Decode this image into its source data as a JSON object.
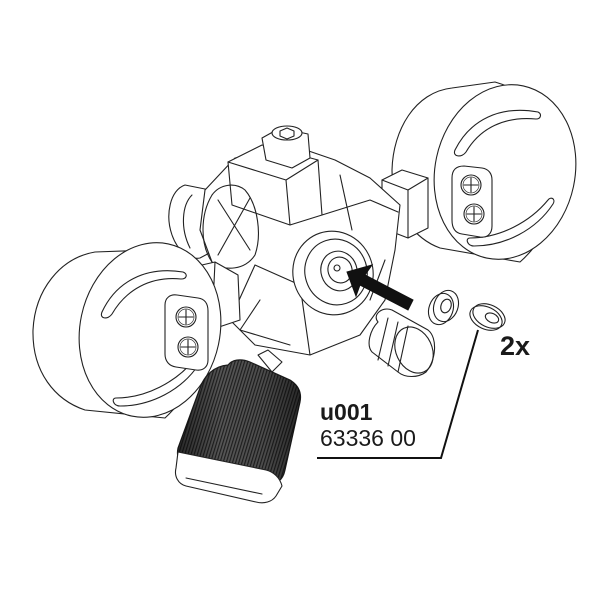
{
  "diagram": {
    "type": "exploded-parts-illustration",
    "subject": "dual-gauge pressure regulator valve body",
    "colors": {
      "background": "#ffffff",
      "line": "#222222",
      "knob_dark": "#3a3a3a",
      "arrow": "#111111",
      "text": "#1a1a1a"
    },
    "parts": [
      {
        "id": "gauge-left",
        "label": "pressure gauge (left)"
      },
      {
        "id": "gauge-right",
        "label": "pressure gauge (right)"
      },
      {
        "id": "valve-body",
        "label": "valve body"
      },
      {
        "id": "adjust-knob",
        "label": "knurled adjustment knob"
      },
      {
        "id": "outlet-port",
        "label": "outlet port"
      },
      {
        "id": "hose-fitting",
        "label": "hose fitting"
      },
      {
        "id": "seal-washer-1",
        "label": "seal washer"
      },
      {
        "id": "seal-washer-2",
        "label": "seal washer"
      }
    ],
    "callout": {
      "code": "u001",
      "part_number": "63336 00",
      "quantity": "2x"
    }
  }
}
